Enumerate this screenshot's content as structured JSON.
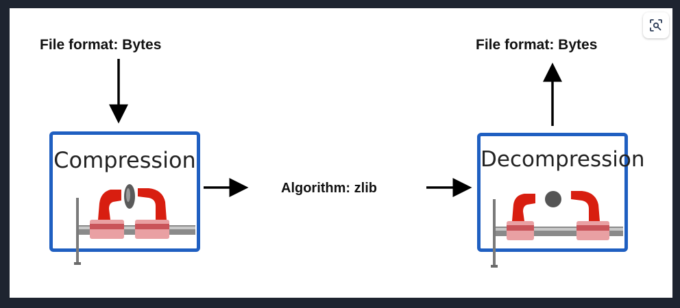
{
  "diagram": {
    "input_label": "File format: Bytes",
    "output_label": "File format: Bytes",
    "algorithm_label": "Algorithm: zlib",
    "compression_title": "Compression",
    "decompression_title": "Decompression"
  },
  "colors": {
    "box_border": "#1f5fc1",
    "clamp_red": "#d81e10",
    "clamp_pink": "#e9a0a3",
    "bar_gray": "#8a8a8a",
    "arrow": "#000000",
    "frame": "#1e2430"
  },
  "icons": {
    "lens": "lens-search-icon"
  }
}
